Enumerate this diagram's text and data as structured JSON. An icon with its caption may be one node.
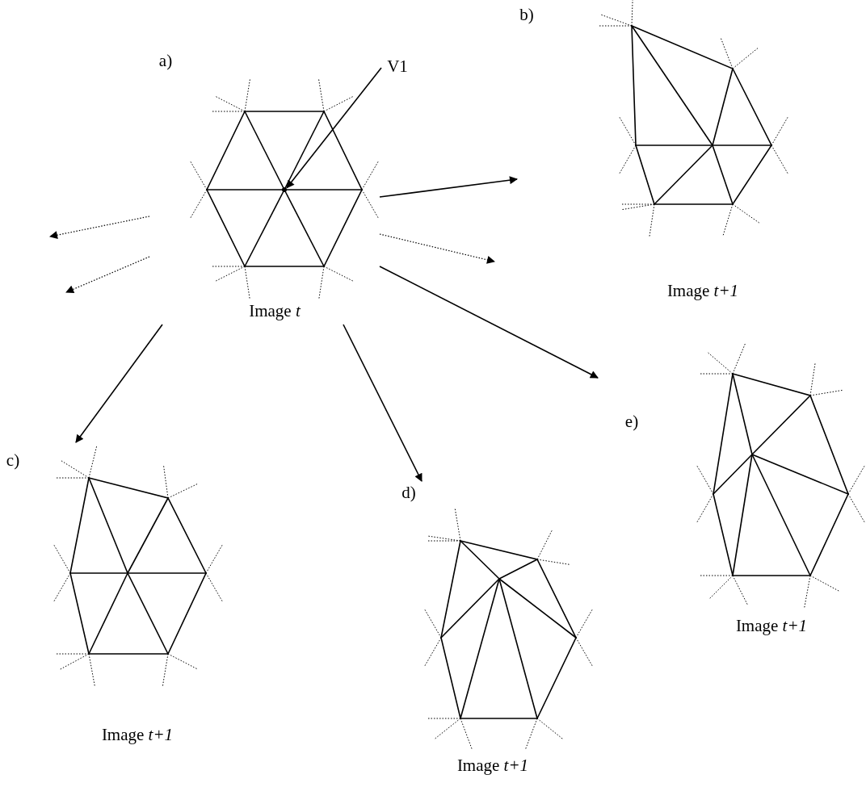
{
  "diagram": {
    "nodes": [
      {
        "text": [
          "a)",
          "Image *t*"
        ]
      },
      {
        "text": [
          "b)",
          "Image *t+1*"
        ]
      },
      {
        "text": [
          "c)",
          "Image *t+1*"
        ]
      },
      {
        "text": [
          "d)",
          "Image *t+1*"
        ]
      },
      {
        "text": [
          "e)",
          "Image *t+1*"
        ]
      },
      {
        "text": [
          "V1"
        ]
      },
      {
        "text": [],
        "shape": "circle",
        "in": 0
      }
    ],
    "edges": [
      {
        "from": 0,
        "to": 1,
        "arrow": "to"
      },
      {
        "from": 0,
        "to": null,
        "arrow": "to",
        "style": "dashed"
      },
      {
        "from": 0,
        "to": 4,
        "arrow": "to"
      },
      {
        "from": 0,
        "to": 2,
        "arrow": "to"
      },
      {
        "from": 0,
        "to": 3,
        "arrow": "to"
      },
      {
        "from": 0,
        "to": null,
        "arrow": "to",
        "style": "dashed"
      },
      {
        "from": 0,
        "to": null,
        "arrow": "to",
        "style": "dashed"
      },
      {
        "from": 5,
        "to": 6,
        "arrow": "to"
      }
    ]
  }
}
